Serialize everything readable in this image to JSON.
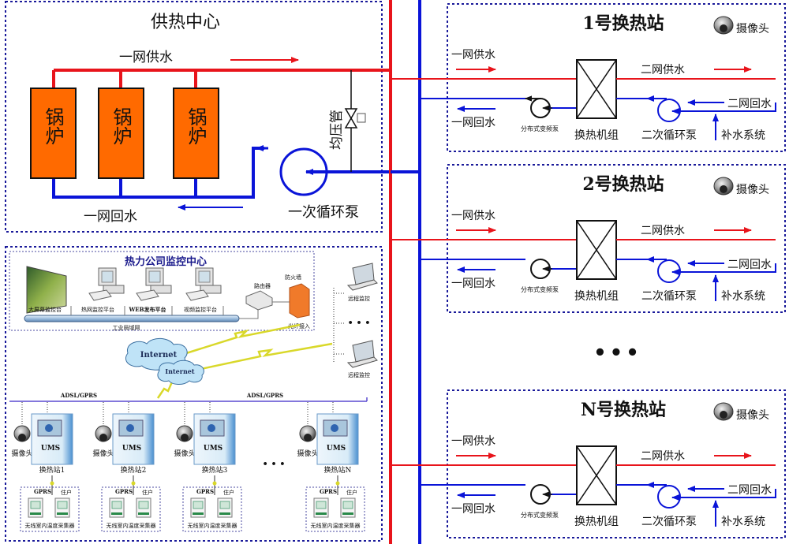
{
  "colors": {
    "supply": "#e8141b",
    "return": "#0a14d8",
    "boiler_fill": "#ff6a00",
    "frame": "#1a1a9a",
    "cloud": "#bfe3f7",
    "firewall": "#f07a2a"
  },
  "heat_center": {
    "title": "供热中心",
    "supply_label": "一网供水",
    "return_label": "一网回水",
    "boilers": [
      {
        "label": "锅炉"
      },
      {
        "label": "锅炉"
      },
      {
        "label": "锅炉"
      }
    ],
    "pressure_pipe_label": "均压管",
    "primary_pump_label": "一次循环泵"
  },
  "stations": [
    {
      "title": "1号换热站",
      "camera_label": "摄像头",
      "primary_supply": "一网供水",
      "primary_return": "一网回水",
      "vfd_pump": "分布式变频泵",
      "exchanger": "换热机组",
      "secondary_supply": "二网供水",
      "secondary_return": "二网回水",
      "secondary_pump": "二次循环泵",
      "makeup": "补水系统"
    },
    {
      "title": "2号换热站",
      "camera_label": "摄像头",
      "primary_supply": "一网供水",
      "primary_return": "一网回水",
      "vfd_pump": "分布式变频泵",
      "exchanger": "换热机组",
      "secondary_supply": "二网供水",
      "secondary_return": "二网回水",
      "secondary_pump": "二次循环泵",
      "makeup": "补水系统"
    },
    {
      "title": "N号换热站",
      "camera_label": "摄像头",
      "primary_supply": "一网供水",
      "primary_return": "一网回水",
      "vfd_pump": "分布式变频泵",
      "exchanger": "换热机组",
      "secondary_supply": "二网供水",
      "secondary_return": "二网回水",
      "secondary_pump": "二次循环泵",
      "makeup": "补水系统"
    }
  ],
  "ellipsis": "•••",
  "monitor_center": {
    "title": "热力公司监控中心",
    "devices": [
      "大屏幕监控台",
      "热网监控平台",
      "WEB发布平台",
      "视频监控平台"
    ],
    "router": "路由器",
    "firewall": "防火墙",
    "lan": "工业局域网",
    "fiber": "光纤接入",
    "remote": [
      "远程监控",
      "远程监控"
    ],
    "remote_ellipsis": "• • •",
    "internet": [
      "Internet",
      "Internet"
    ],
    "link_labels": [
      "ADSL/GPRS",
      "ADSL/GPRS"
    ],
    "field_stations": [
      {
        "name": "换热站1",
        "camera": "摄像头",
        "gprs": "GPRS",
        "resident": "住户",
        "collector": "无线室内温度采集器"
      },
      {
        "name": "换热站2",
        "camera": "摄像头",
        "gprs": "GPRS",
        "resident": "住户",
        "collector": "无线室内温度采集器"
      },
      {
        "name": "换热站3",
        "camera": "摄像头",
        "gprs": "GPRS",
        "resident": "住户",
        "collector": "无线室内温度采集器"
      },
      {
        "name": "换热站N",
        "camera": "摄像头",
        "gprs": "GPRS",
        "resident": "住户",
        "collector": "无线室内温度采集器"
      }
    ],
    "cabinet_brand": "UMS",
    "field_ellipsis": "• • •"
  }
}
